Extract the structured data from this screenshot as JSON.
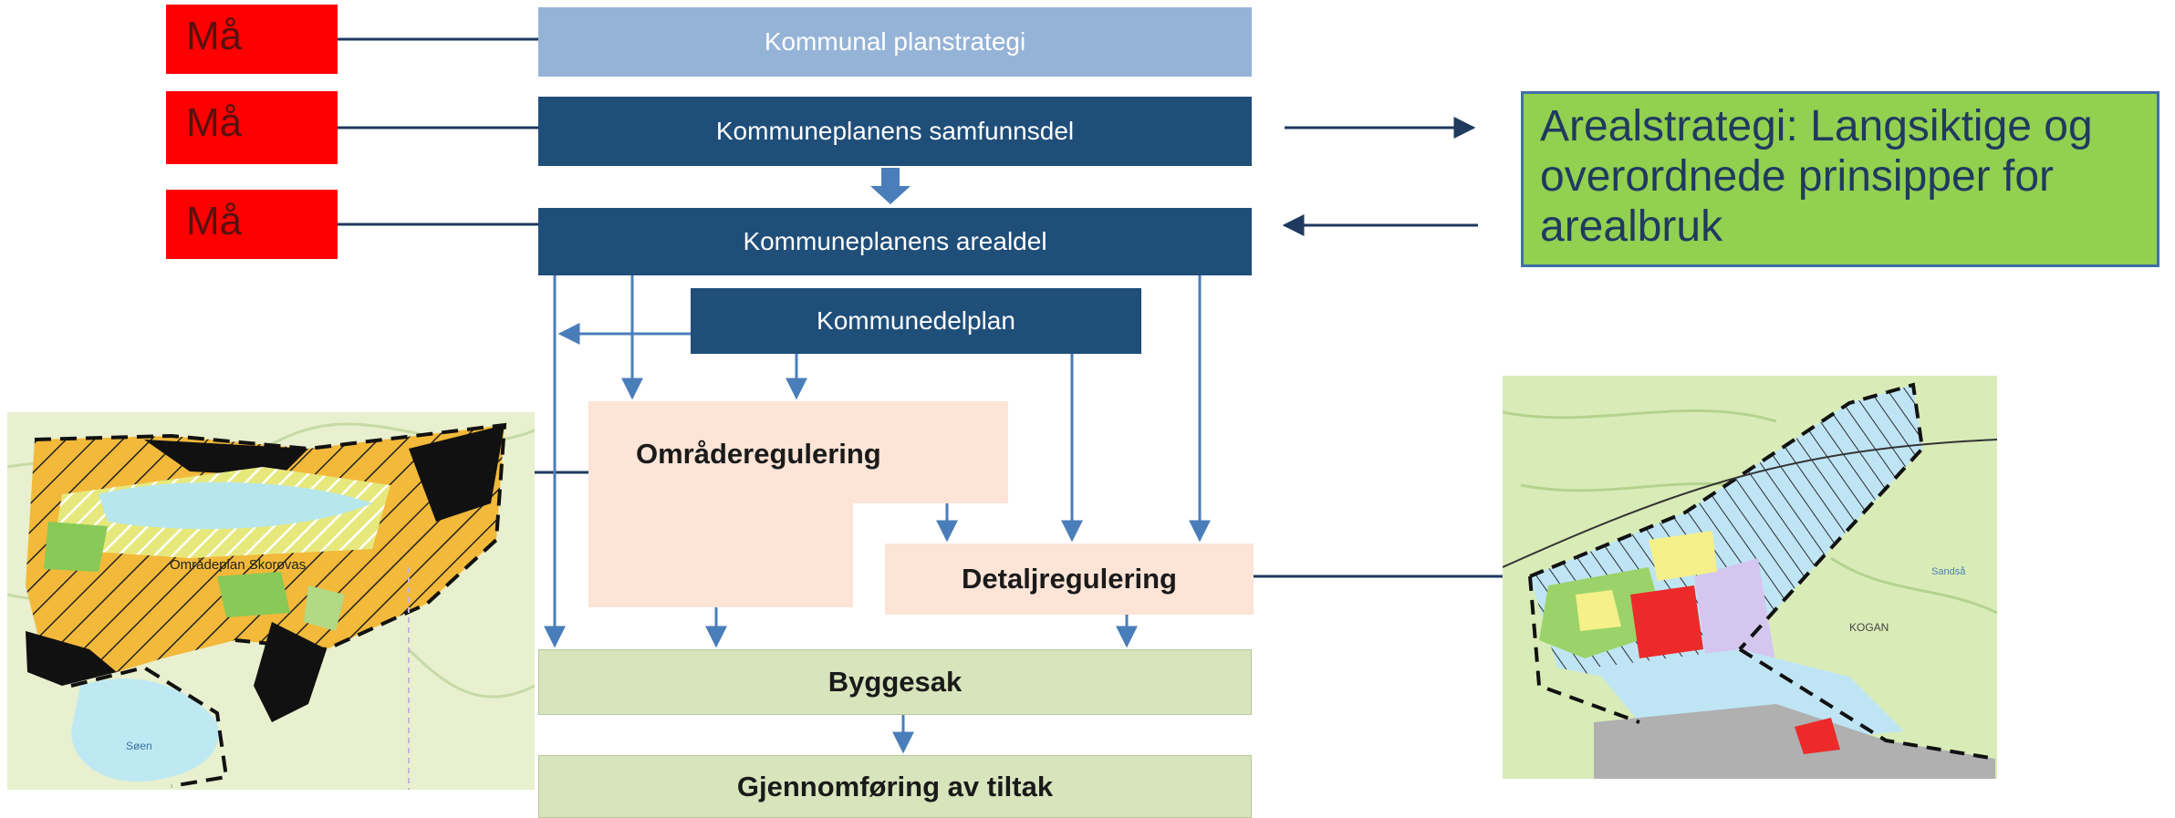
{
  "requirement_tag": "Må",
  "boxes": {
    "planstrategi": "Kommunal planstrategi",
    "samfunnsdel": "Kommuneplanens samfunnsdel",
    "arealdel": "Kommuneplanens arealdel",
    "kommunedelplan": "Kommunedelplan",
    "omraderegulering": "Områderegulering",
    "detaljregulering": "Detaljregulering",
    "byggesak": "Byggesak",
    "gjennomforing": "Gjennomføring av tiltak"
  },
  "note": "Arealstrategi: Langsiktige og overordnede prinsipper for arealbruk",
  "map_left": {
    "label": "Områdeplan Skorovas",
    "water_label": "Søen"
  },
  "map_right": {
    "place_label": "KOGAN",
    "water_label": "Sandså"
  },
  "colors": {
    "must_red": "#ff0000",
    "dark_blue": "#1f4e79",
    "light_blue": "#95b3d7",
    "peach": "#fce4d6",
    "sage": "#d8e4bc",
    "green_note": "#92d050"
  }
}
